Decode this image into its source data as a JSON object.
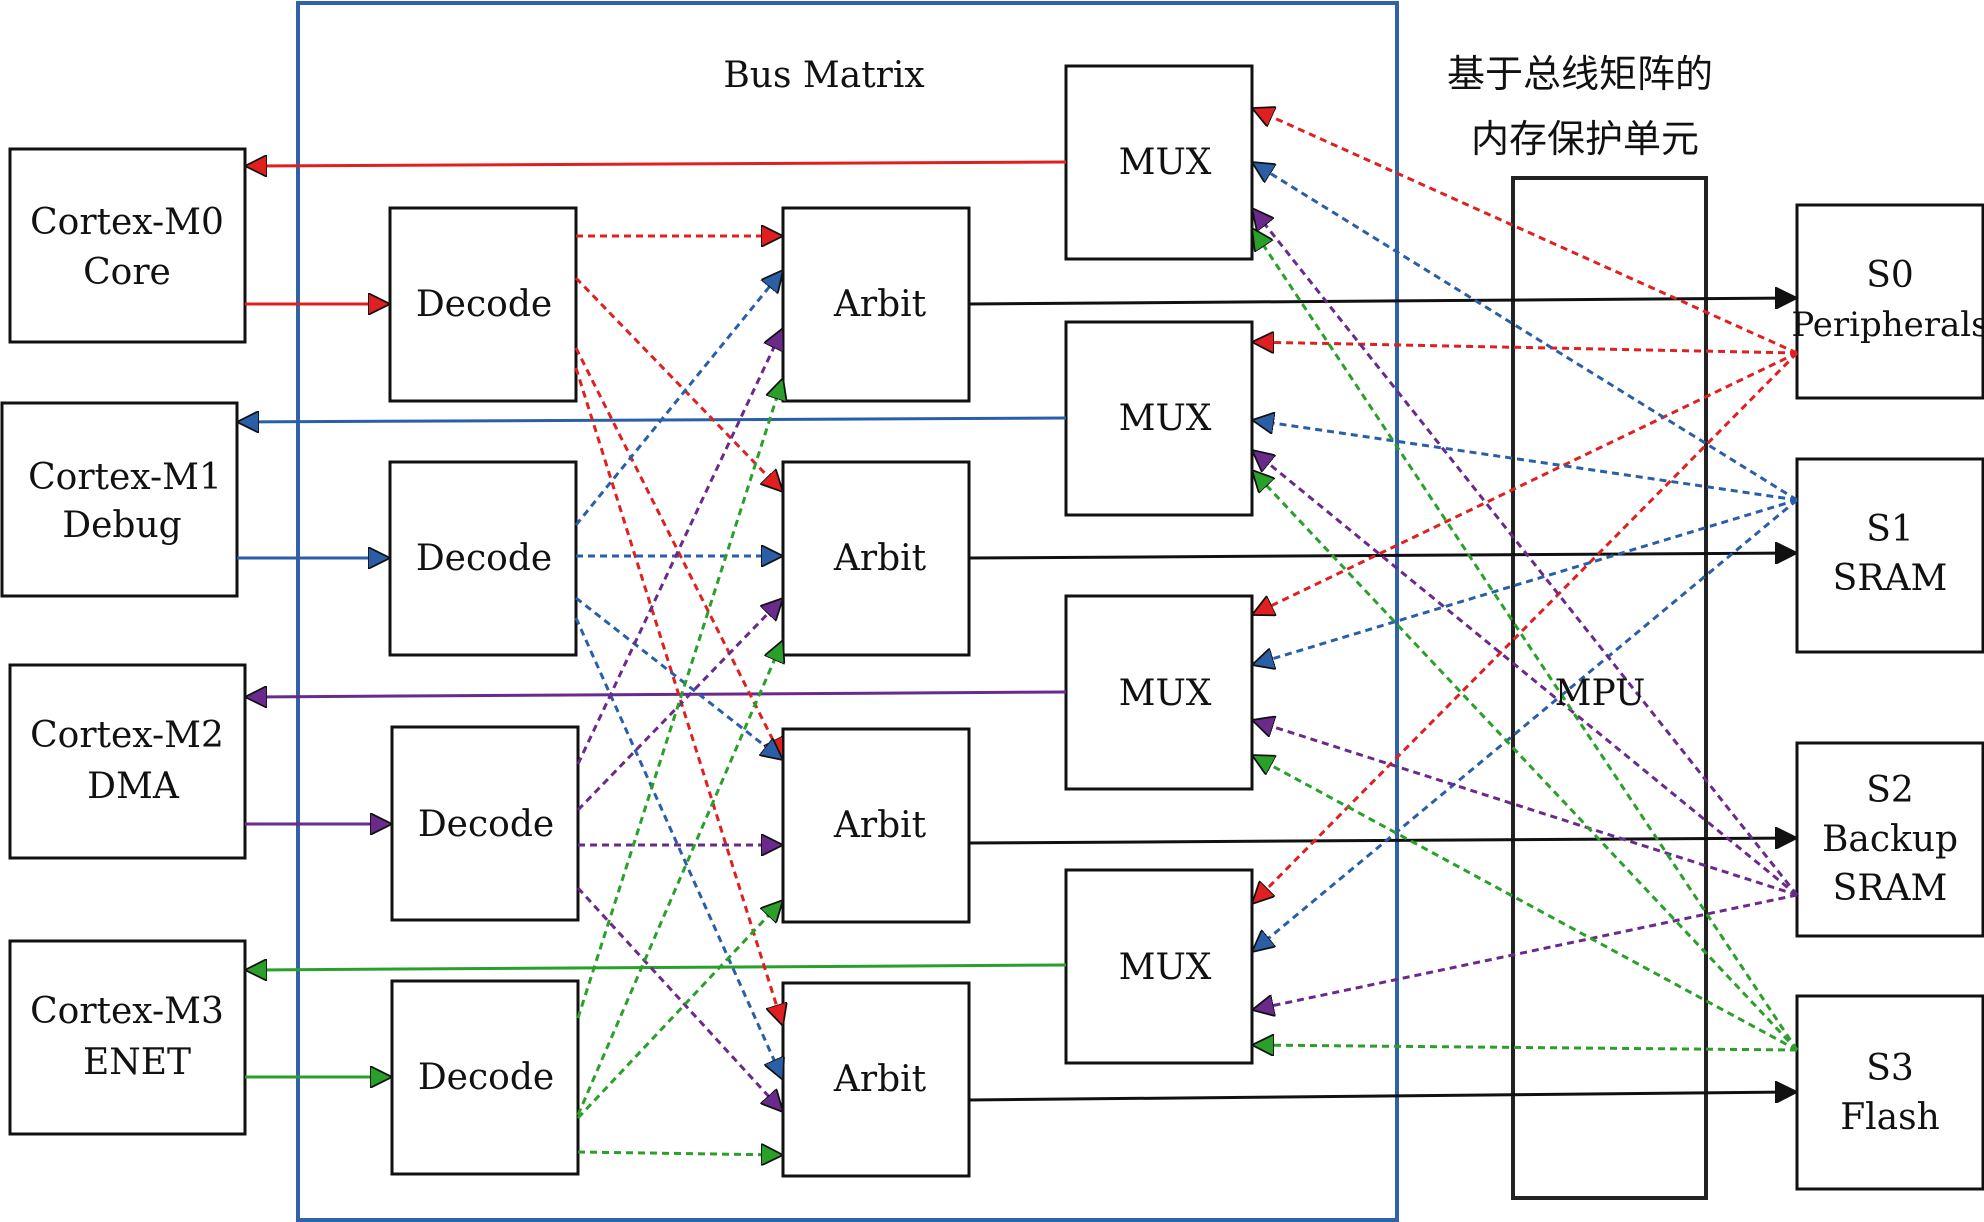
{
  "title": "Bus Matrix",
  "protection_caption": [
    "基于总线矩阵的",
    "内存保护单元"
  ],
  "masters": [
    {
      "line1": "Cortex-M0",
      "line2": "Core"
    },
    {
      "line1": "Cortex-M1",
      "line2": "Debug"
    },
    {
      "line1": "Cortex-M2",
      "line2": "DMA"
    },
    {
      "line1": "Cortex-M3",
      "line2": "ENET"
    }
  ],
  "decode_label": "Decode",
  "arbit_label": "Arbit",
  "mux_label": "MUX",
  "mpu_label": "MPU",
  "slaves": [
    {
      "lines": [
        "S0",
        "Peripherals"
      ]
    },
    {
      "lines": [
        "S1",
        "SRAM"
      ]
    },
    {
      "lines": [
        "S2",
        "Backup",
        "SRAM"
      ]
    },
    {
      "lines": [
        "S3",
        "Flash"
      ]
    }
  ],
  "colors": {
    "master0": "#e02020",
    "master1": "#2a5fa8",
    "master2": "#6a2a8c",
    "master3": "#2aa02a",
    "frame": "#2f62a8",
    "box": "#111111"
  }
}
